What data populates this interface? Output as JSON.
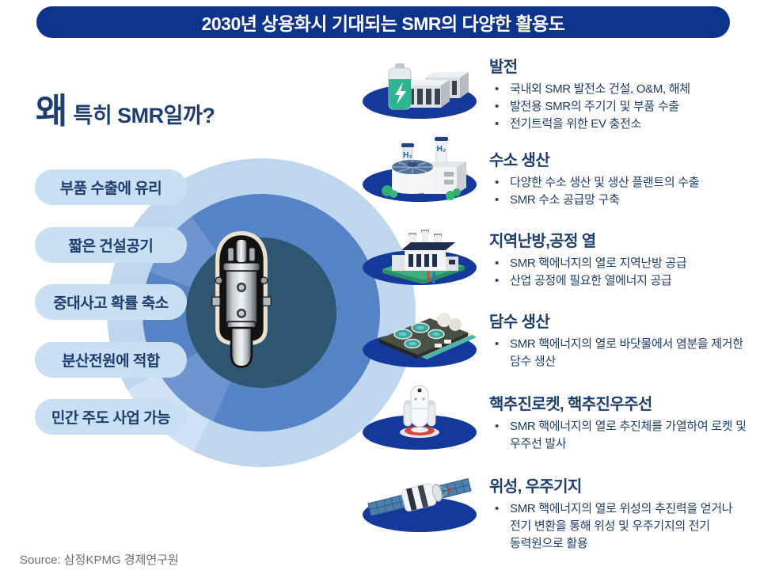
{
  "banner": {
    "title": "2030년 상용화시 기대되는 SMR의 다양한 활용도"
  },
  "why": {
    "emphasis": "왜",
    "rest": "특히 SMR일까?"
  },
  "benefits": [
    "부품 수출에 유리",
    "짧은 건설공기",
    "중대사고 확률 축소",
    "분산전원에 적합",
    "민간 주도 사업 가능"
  ],
  "sections": [
    {
      "icon": "power-plant-icon",
      "title": "발전",
      "bullets": [
        "국내외 SMR 발전소 건설, O&M, 해체",
        "발전용 SMR의 주기기 및 부품 수출",
        "전기트럭을 위한 EV 충전소"
      ]
    },
    {
      "icon": "hydrogen-plant-icon",
      "title": "수소 생산",
      "bullets": [
        "다양한 수소 생산 및 생산 플랜트의 수출",
        "SMR 수소 공급망 구축"
      ]
    },
    {
      "icon": "district-heating-plant-icon",
      "title": "지역난방,공정 열",
      "bullets": [
        "SMR 핵에너지의 열로 지역난방 공급",
        "산업 공정에 필요한 열에너지 공급"
      ]
    },
    {
      "icon": "desalination-plant-icon",
      "title": "담수 생산",
      "bullets": [
        "SMR 핵에너지의 열로 바닷물에서 염분을 제거한 담수 생산"
      ]
    },
    {
      "icon": "nuclear-rocket-icon",
      "title": "핵추진로켓, 핵추진우주선",
      "bullets": [
        "SMR 핵에너지의 열로 추진체를 가열하여 로켓 및 우주선 발사"
      ]
    },
    {
      "icon": "satellite-icon",
      "title": "위성, 우주기지",
      "bullets": [
        "SMR 핵에너지의 열로 위성의 추진력을 얻거나 전기 변환을 통해 위성 및 우주기지의 전기 동력원으로 활용"
      ]
    }
  ],
  "labels": {
    "h2": "H₂"
  },
  "source": "Source: 삼정KPMG 경제연구원",
  "colors": {
    "banner-blue": "#0D338D",
    "ellipse-blue": "#14399B",
    "navy": "#1D3E6E",
    "box-bg": "#C9DFF4",
    "outer-circle": "#BFD6EF",
    "middle-circle": "#5583C5",
    "inner-circle": "#2F5670",
    "source-gray": "#6B6D70"
  }
}
